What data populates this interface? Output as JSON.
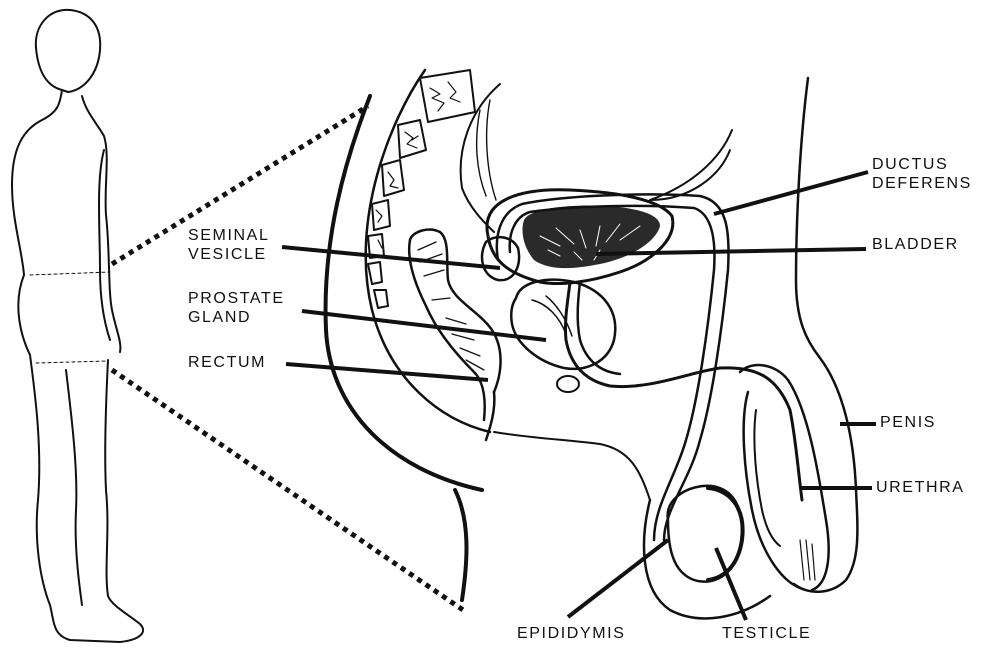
{
  "colors": {
    "ink": "#111111",
    "background": "#ffffff",
    "gland_fill": "#2a2a2a"
  },
  "labels": {
    "ductus_deferens": [
      "DUCTUS",
      "DEFERENS"
    ],
    "bladder": "BLADDER",
    "seminal_vesicle": [
      "SEMINAL",
      "VESICLE"
    ],
    "prostate_gland": [
      "PROSTATE",
      "GLAND"
    ],
    "rectum": "RECTUM",
    "penis": "PENIS",
    "urethra": "URETHRA",
    "epididymis": "EPIDIDYMIS",
    "testicle": "TESTICLE"
  }
}
